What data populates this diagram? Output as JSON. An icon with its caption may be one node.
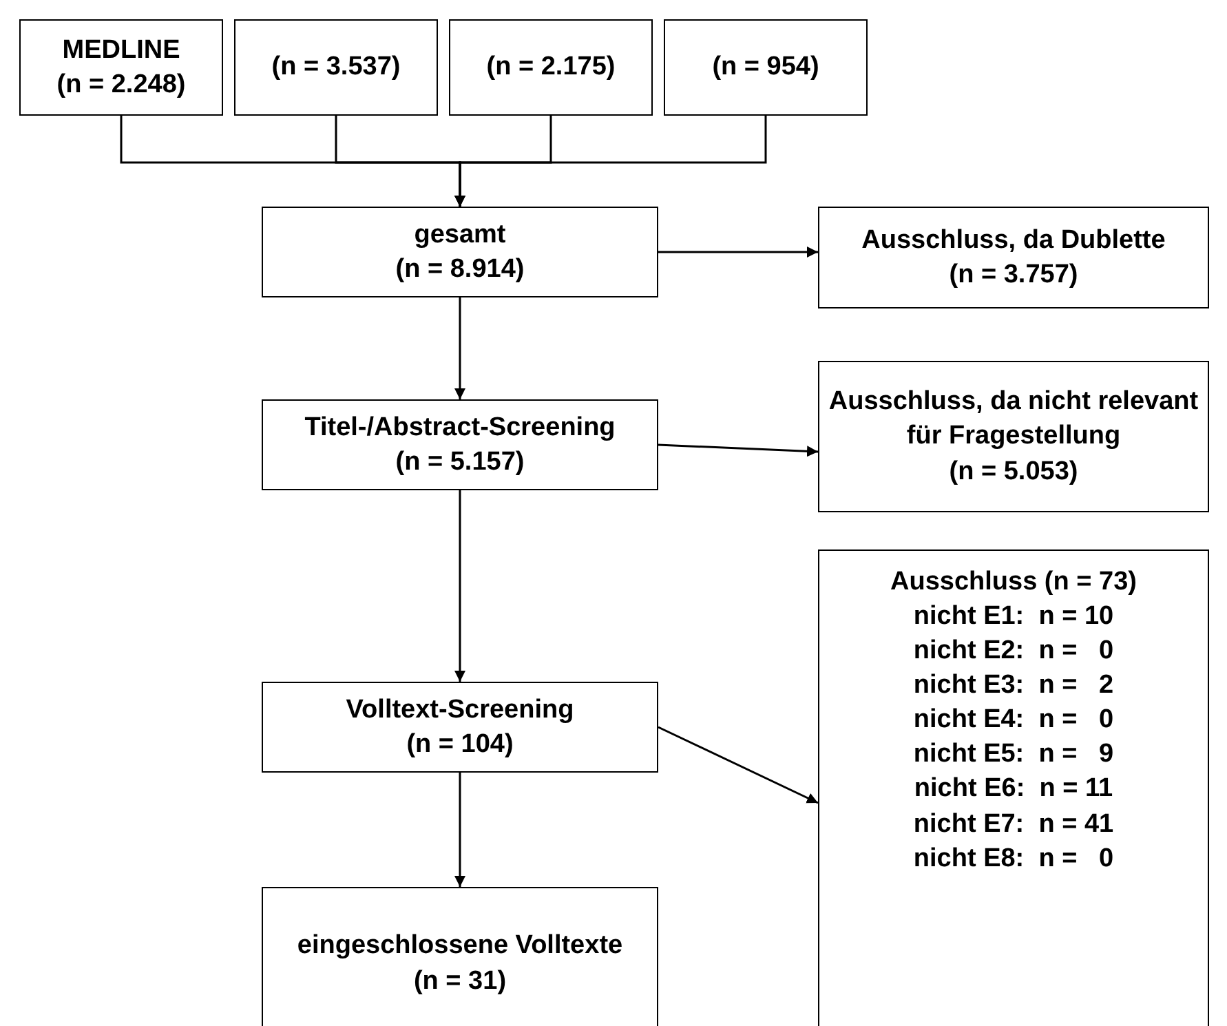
{
  "diagram": {
    "nodes": [
      {
        "text": [
          "MEDLINE",
          "(n = 2.248)"
        ]
      },
      {
        "text": [
          "(n = 3.537)"
        ]
      },
      {
        "text": [
          "(n = 2.175)"
        ]
      },
      {
        "text": [
          "(n = 954)"
        ]
      },
      {
        "text": [
          "gesamt",
          "(n = 8.914)"
        ]
      },
      {
        "text": [
          "Ausschluss, da Dublette",
          "(n = 3.757)"
        ]
      },
      {
        "text": [
          "Titel-/Abstract-Screening",
          "(n = 5.157)"
        ]
      },
      {
        "text": [
          "Ausschluss, da nicht relevant für Fragestellung",
          "(n = 5.053)"
        ]
      },
      {
        "text": [
          "Volltext-Screening",
          "(n = 104)"
        ]
      },
      {
        "text": [
          "Ausschluss (n = 73)",
          "nicht E1:  n = 10",
          "nicht E2:  n =   0",
          "nicht E3:  n =   2",
          "nicht E4:  n =   0",
          "nicht E5:  n =   9",
          "nicht E6:  n = 11",
          "nicht E7:  n = 41",
          "nicht E8:  n =   0"
        ]
      },
      {
        "text": [
          "eingeschlossene Volltexte",
          "(n = 31)"
        ]
      }
    ],
    "edges": [
      {
        "from": 0,
        "to": 4,
        "arrow": "to"
      },
      {
        "from": 1,
        "to": 4,
        "arrow": "to"
      },
      {
        "from": 2,
        "to": 4,
        "arrow": "to"
      },
      {
        "from": 3,
        "to": 4,
        "arrow": "to"
      },
      {
        "from": 4,
        "to": 5,
        "arrow": "to"
      },
      {
        "from": 4,
        "to": 6,
        "arrow": "to"
      },
      {
        "from": 6,
        "to": 7,
        "arrow": "to"
      },
      {
        "from": 6,
        "to": 8,
        "arrow": "to"
      },
      {
        "from": 8,
        "to": 9,
        "arrow": "to"
      },
      {
        "from": 8,
        "to": 10,
        "arrow": "to"
      }
    ]
  }
}
